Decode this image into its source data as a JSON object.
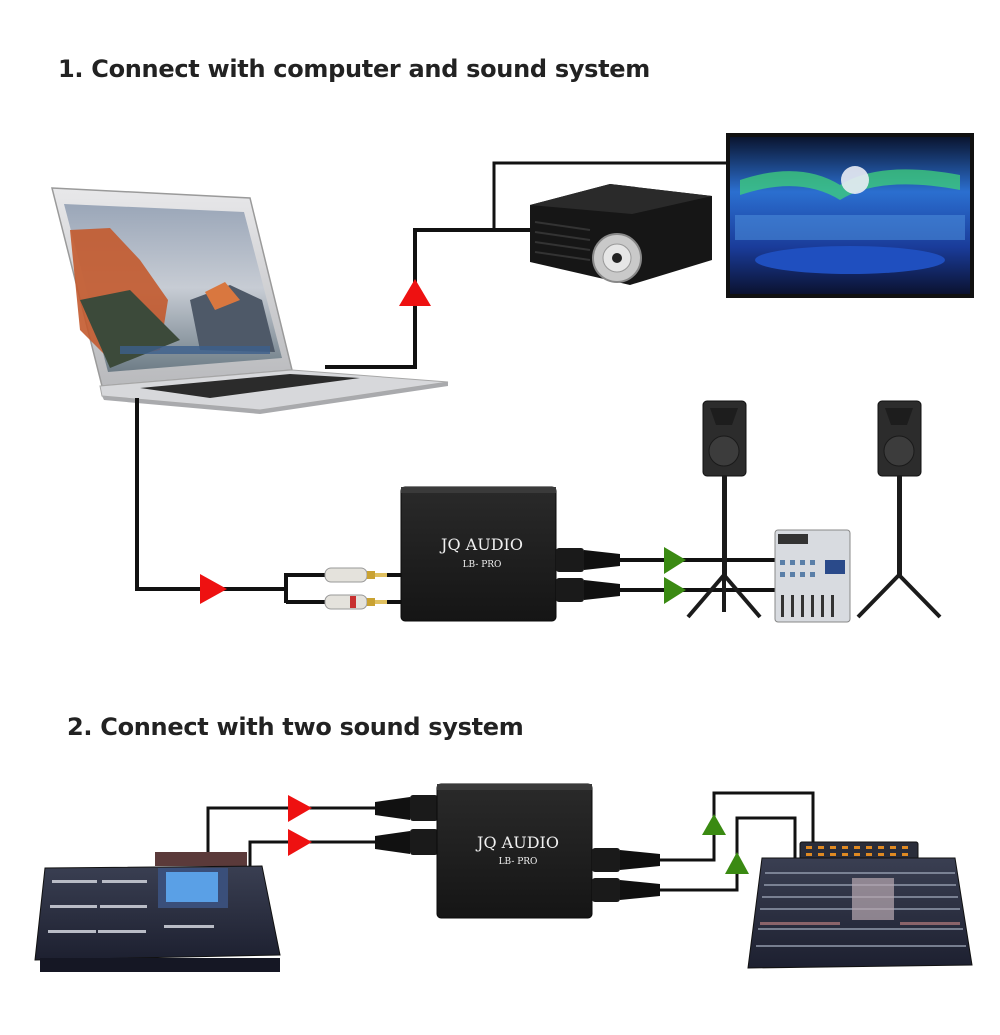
{
  "section1": {
    "heading": "1. Connect with computer and sound system",
    "devices": {
      "laptop": "laptop",
      "projector": "projector",
      "screen": "stage screen",
      "speaker_left": "speaker",
      "speaker_right": "speaker",
      "mixer": "mixer"
    },
    "box": {
      "brand": "JQ AUDIO",
      "model": "LB- PRO"
    }
  },
  "section2": {
    "heading": "2. Connect with two sound system",
    "devices": {
      "console_left": "digital mixing console",
      "console_right": "analog mixing console"
    },
    "box": {
      "brand": "JQ AUDIO",
      "model": "LB- PRO"
    }
  },
  "colors": {
    "input_arrow": "#ee1111",
    "output_arrow": "#3a8a12",
    "wire": "#111111",
    "box": "#1c1c1c"
  }
}
